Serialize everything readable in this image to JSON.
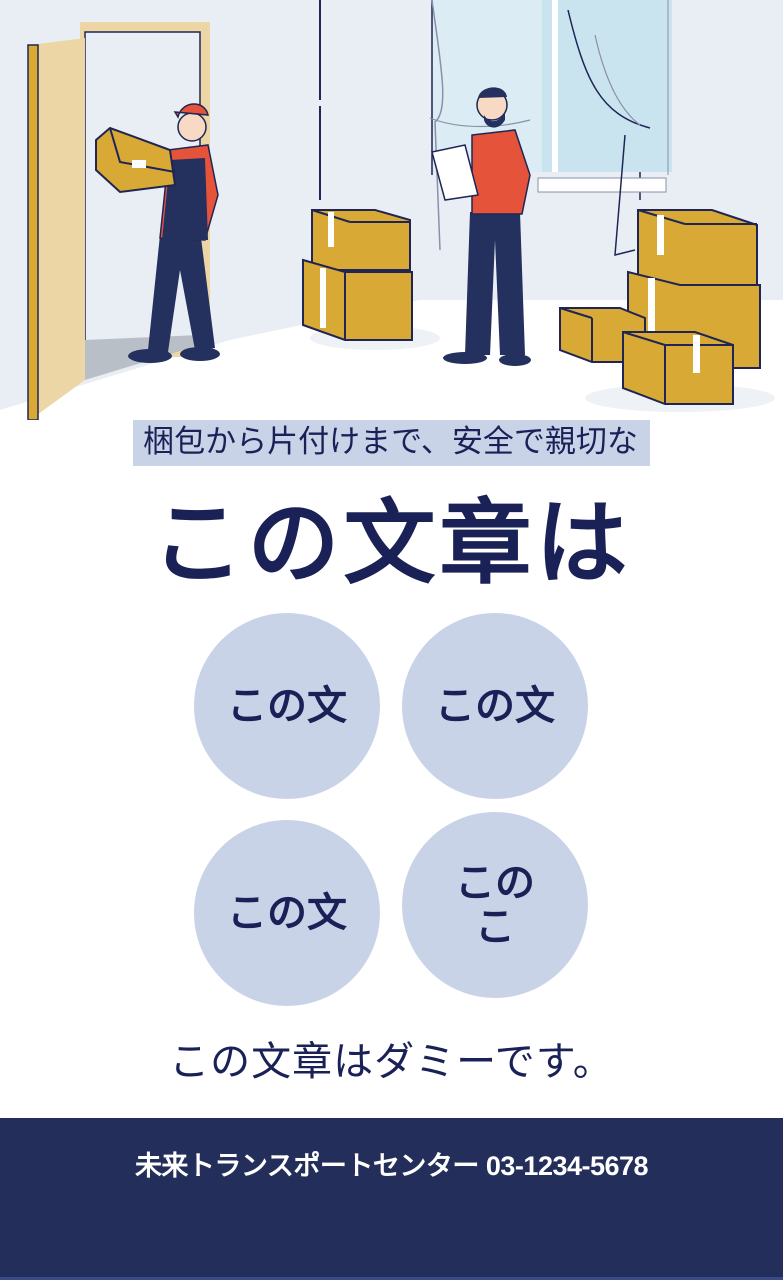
{
  "hero": {
    "illustration": "moving-workers-illustration",
    "colors": {
      "wall": "#e9eef5",
      "floor": "#ffffff",
      "box": "#d9a935",
      "outline": "#1f2554",
      "shirt": "#e5543a",
      "pants": "#24305e",
      "door": "#ecd6a6",
      "window_glass": "#c9e3ef"
    }
  },
  "tagline": "梱包から片付けまで、安全で親切な",
  "headline": "この文章は",
  "circles": [
    {
      "label": "この文"
    },
    {
      "label": "この文"
    },
    {
      "label": "この文"
    },
    {
      "label": "このこ"
    }
  ],
  "subline": "この文章はダミーです。",
  "footer": {
    "company": "未来トランスポートセンター",
    "phone": "03-1234-5678",
    "text": "未来トランスポートセンター 03-1234-5678"
  },
  "colors": {
    "primary_text": "#1a2156",
    "accent_light": "#c9d3e8",
    "footer_bg": "#232e5a"
  }
}
